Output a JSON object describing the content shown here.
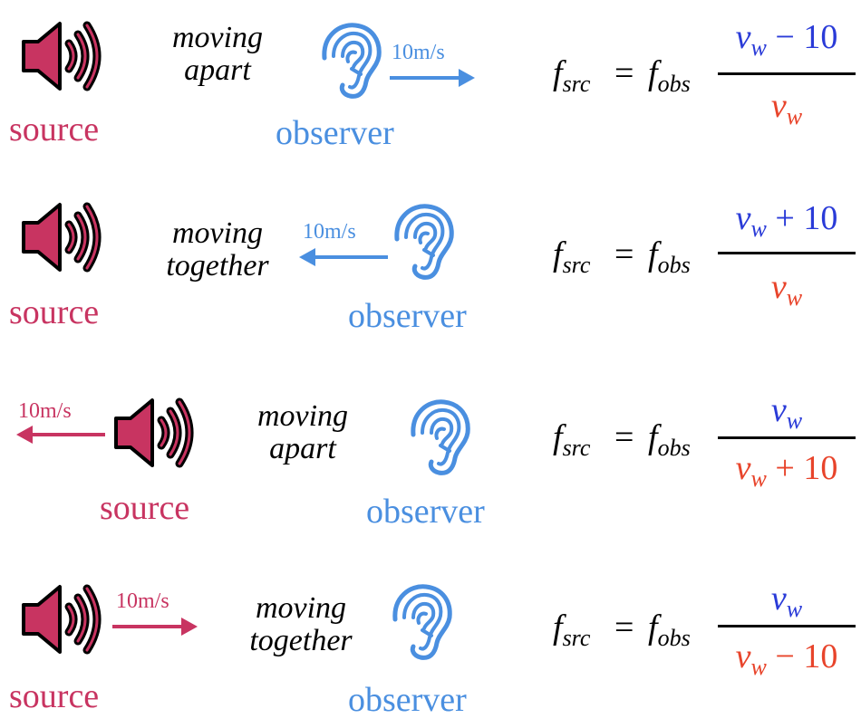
{
  "rows": [
    {
      "motion_line1": "moving",
      "motion_line2": "apart",
      "source_label": "source",
      "observer_label": "observer",
      "speed_label": "10m/s",
      "moving_object": "observer",
      "arrow_direction": "right",
      "formula": {
        "lhs": "f",
        "lhs_sub": "src",
        "equals": "=",
        "rhs": "f",
        "rhs_sub": "obs",
        "numerator_var": "v",
        "numerator_sub": "w",
        "numerator_op": " − 10",
        "denominator_var": "v",
        "denominator_sub": "w",
        "denominator_op": ""
      }
    },
    {
      "motion_line1": "moving",
      "motion_line2": "together",
      "source_label": "source",
      "observer_label": "observer",
      "speed_label": "10m/s",
      "moving_object": "observer",
      "arrow_direction": "left",
      "formula": {
        "lhs": "f",
        "lhs_sub": "src",
        "equals": "=",
        "rhs": "f",
        "rhs_sub": "obs",
        "numerator_var": "v",
        "numerator_sub": "w",
        "numerator_op": " + 10",
        "denominator_var": "v",
        "denominator_sub": "w",
        "denominator_op": ""
      }
    },
    {
      "motion_line1": "moving",
      "motion_line2": "apart",
      "source_label": "source",
      "observer_label": "observer",
      "speed_label": "10m/s",
      "moving_object": "source",
      "arrow_direction": "left",
      "formula": {
        "lhs": "f",
        "lhs_sub": "src",
        "equals": "=",
        "rhs": "f",
        "rhs_sub": "obs",
        "numerator_var": "v",
        "numerator_sub": "w",
        "numerator_op": "",
        "denominator_var": "v",
        "denominator_sub": "w",
        "denominator_op": " + 10"
      }
    },
    {
      "motion_line1": "moving",
      "motion_line2": "together",
      "source_label": "source",
      "observer_label": "observer",
      "speed_label": "10m/s",
      "moving_object": "source",
      "arrow_direction": "right",
      "formula": {
        "lhs": "f",
        "lhs_sub": "src",
        "equals": "=",
        "rhs": "f",
        "rhs_sub": "obs",
        "numerator_var": "v",
        "numerator_sub": "w",
        "numerator_op": "",
        "denominator_var": "v",
        "denominator_sub": "w",
        "denominator_op": " − 10"
      }
    }
  ],
  "icons": {
    "source": "speaker-icon",
    "observer": "ear-icon"
  },
  "colors": {
    "source": "#c83461",
    "observer": "#4a8fe0",
    "numerator": "#2a3bd8",
    "denominator": "#e8442b"
  }
}
